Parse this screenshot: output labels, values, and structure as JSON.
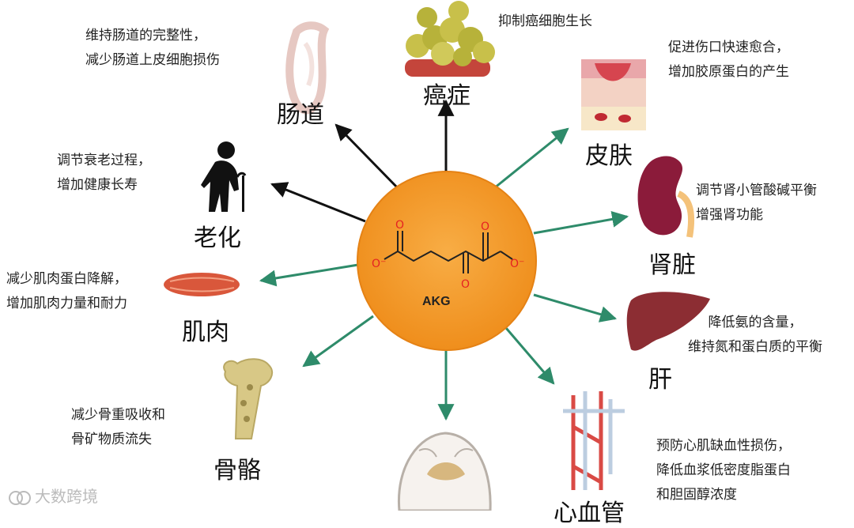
{
  "center": {
    "title": "AKG",
    "color": "#f39a2b"
  },
  "colors": {
    "arrow_dark": "#111111",
    "arrow_green": "#2e8b6a"
  },
  "nodes": {
    "intestine": {
      "label": "肠道",
      "desc": "维持肠道的完整性，\n减少肠道上皮细胞损伤",
      "icon": "intestine-icon"
    },
    "cancer": {
      "label": "癌症",
      "desc": "抑制癌细胞生长",
      "icon": "cancer-cells-icon"
    },
    "skin": {
      "label": "皮肤",
      "desc": "促进伤口快速愈合，\n增加胶原蛋白的产生",
      "icon": "skin-icon"
    },
    "kidney": {
      "label": "肾脏",
      "desc": "调节肾小管酸碱平衡\n增强肾功能",
      "icon": "kidney-icon"
    },
    "liver": {
      "label": "肝",
      "desc": "降低氨的含量，\n维持氮和蛋白质的平衡",
      "icon": "liver-icon"
    },
    "cardio": {
      "label": "心血管",
      "desc": "预防心肌缺血性损伤，\n降低血浆低密度脂蛋白\n和胆固醇浓度",
      "icon": "blood-vessel-icon"
    },
    "aging": {
      "label": "老化",
      "desc": "调节衰老过程，\n增加健康长寿",
      "icon": "elderly-person-icon"
    },
    "muscle": {
      "label": "肌肉",
      "desc": "减少肌肉蛋白降解，\n增加肌肉力量和耐力",
      "icon": "muscle-icon"
    },
    "bone": {
      "label": "骨骼",
      "desc": "减少骨重吸收和\n骨矿物质流失",
      "icon": "bone-icon"
    },
    "brain": {
      "icon": "brain-icon"
    }
  },
  "watermark": "大数跨境"
}
